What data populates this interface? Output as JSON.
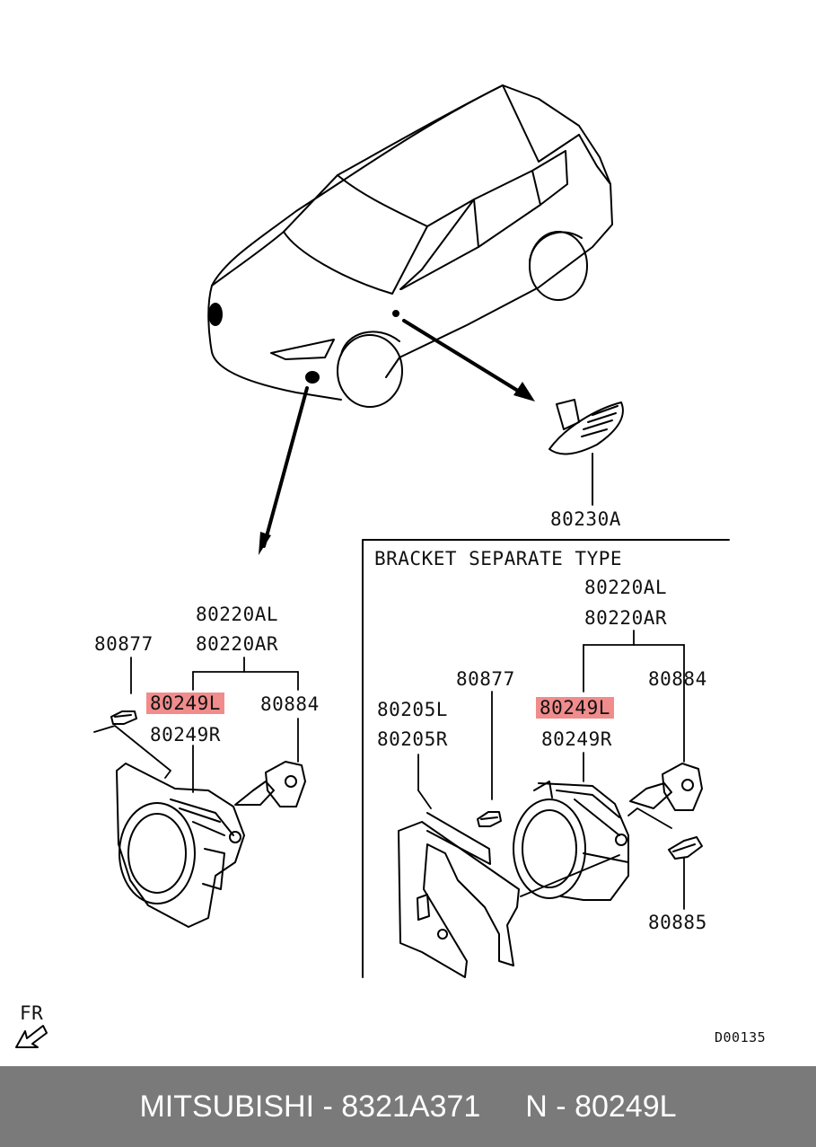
{
  "callouts": {
    "lamp_side_marker": "80230A",
    "bracket_box_title": "BRACKET SEPARATE TYPE",
    "left_group": {
      "assy_l": "80220AL",
      "assy_r": "80220AR",
      "screw": "80877",
      "lamp_l": "80249L",
      "lamp_r": "80249R",
      "bulb": "80884"
    },
    "right_group": {
      "assy_l": "80220AL",
      "assy_r": "80220AR",
      "screw": "80877",
      "bracket_l": "80205L",
      "bracket_r": "80205R",
      "lamp_l": "80249L",
      "lamp_r": "80249R",
      "bulb": "80884",
      "bolt": "80885"
    },
    "front_marker": "FR",
    "diagram_code": "D00135"
  },
  "footer": {
    "brand_part": "MITSUBISHI - 8321A371",
    "ref": "N - 80249L"
  },
  "colors": {
    "highlight": "#f08c8c",
    "footer_bg": "#7a7a7a",
    "footer_text": "#ffffff"
  }
}
